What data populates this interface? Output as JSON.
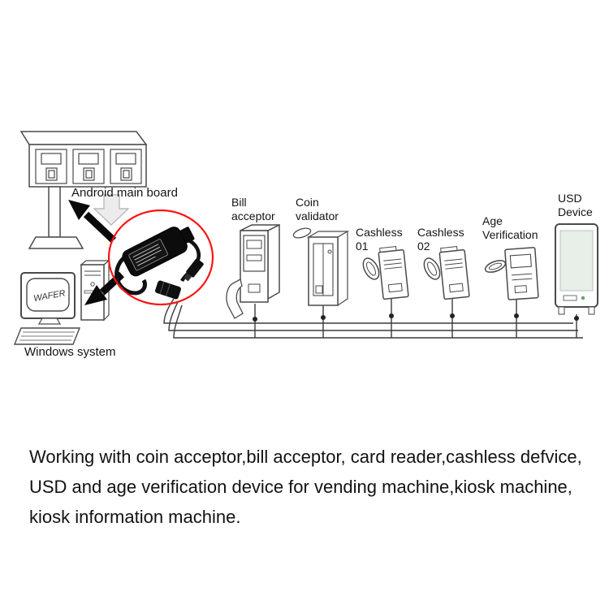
{
  "diagram": {
    "labels": {
      "android_board": "Android main board",
      "windows_system": "Windows system",
      "bill_acceptor": "Bill\nacceptor",
      "coin_validator": "Coin\nvalidator",
      "cashless_01": "Cashless\n01",
      "cashless_02": "Cashless\n02",
      "age_verification": "Age\nVerification",
      "usd_device": "USD\nDevice",
      "monitor_brand": "WAFER"
    },
    "colors": {
      "highlight_circle": "#ff1414",
      "line_art": "#4a4a4a",
      "wire": "#3a3a3a"
    }
  },
  "description": {
    "lines": [
      "Working with coin acceptor,bill acceptor, card reader,cashless defvice,",
      "USD and age verification device for vending machine,kiosk machine,",
      "kiosk information machine."
    ]
  }
}
